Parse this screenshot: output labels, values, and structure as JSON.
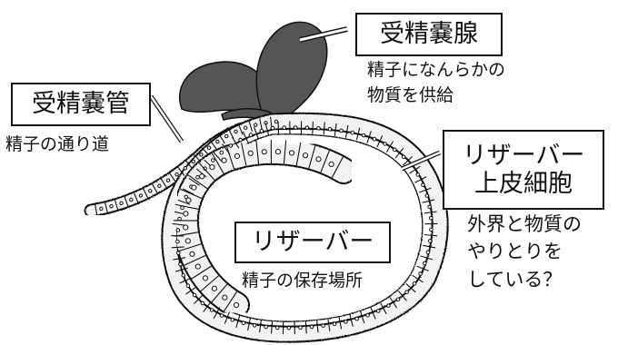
{
  "labels": {
    "gland": {
      "title": "受精嚢腺",
      "description": [
        "精子になんらかの",
        "物質を供給"
      ]
    },
    "duct": {
      "title": "受精嚢管",
      "description": [
        "精子の通り道"
      ]
    },
    "epithelium": {
      "title": [
        "リザーバー",
        "上皮細胞"
      ],
      "description": [
        "外界と物質の",
        "やりとりを",
        "している？"
      ]
    },
    "reservoir": {
      "title": "リザーバー",
      "description": [
        "精子の保存場所"
      ]
    }
  },
  "colors": {
    "gland_fill": "#555555",
    "outline": "#111111",
    "wall_fill": "#f2f2f2",
    "background": "#ffffff"
  }
}
